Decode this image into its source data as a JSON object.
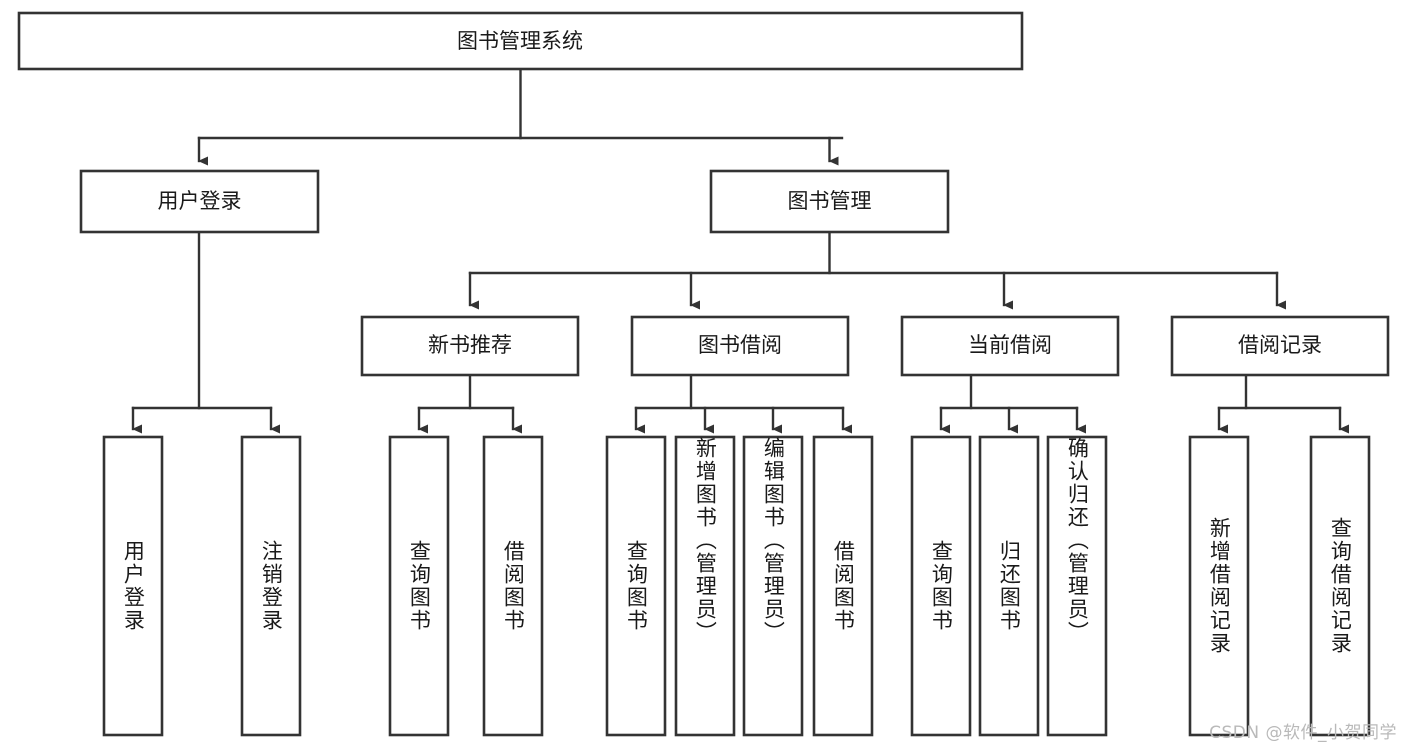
{
  "diagram": {
    "type": "tree",
    "title": "图书管理系统",
    "orientation": "top-down",
    "watermark": "CSDN @软件_小贺同学",
    "colors": {
      "box_stroke": "#333333",
      "box_fill": "#ffffff",
      "connector": "#333333",
      "text": "#1a1a1a",
      "watermark": "#b9b9b9",
      "background": "#ffffff"
    },
    "root": {
      "label": "图书管理系统"
    },
    "level2": [
      {
        "label": "用户登录"
      },
      {
        "label": "图书管理"
      }
    ],
    "level3": [
      {
        "label": "新书推荐"
      },
      {
        "label": "图书借阅"
      },
      {
        "label": "当前借阅"
      },
      {
        "label": "借阅记录"
      }
    ],
    "leaves": {
      "user_login": [
        {
          "label": "用户登录"
        },
        {
          "label": "注销登录"
        }
      ],
      "new_book": [
        {
          "label": "查询图书"
        },
        {
          "label": "借阅图书"
        }
      ],
      "book_borrow": [
        {
          "label": "查询图书"
        },
        {
          "label": "新增图书（管理员）"
        },
        {
          "label": "编辑图书（管理员）"
        },
        {
          "label": "借阅图书"
        }
      ],
      "current_borrow": [
        {
          "label": "查询图书"
        },
        {
          "label": "归还图书"
        },
        {
          "label": "确认归还（管理员）"
        }
      ],
      "borrow_record": [
        {
          "label": "新增借阅记录"
        },
        {
          "label": "查询借阅记录"
        }
      ]
    }
  }
}
